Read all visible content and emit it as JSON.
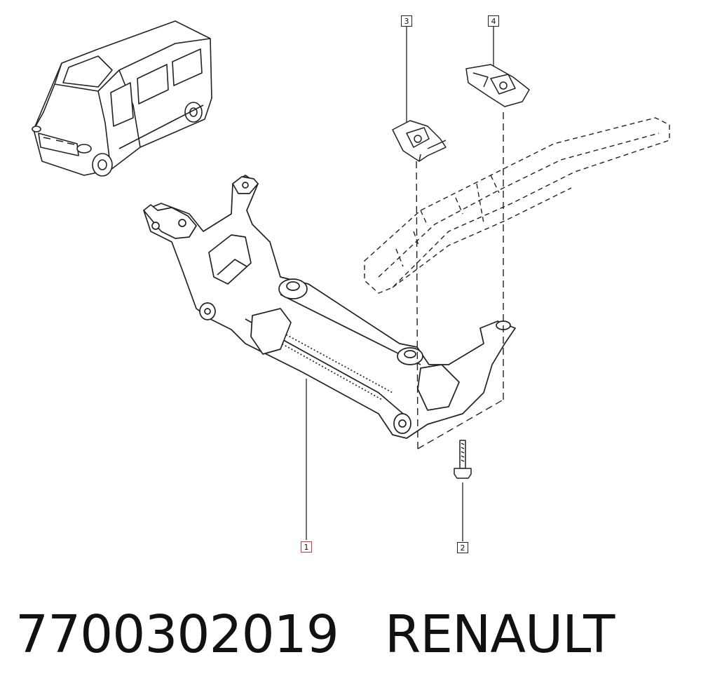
{
  "callouts": {
    "c1": "1",
    "c2": "2",
    "c3": "3",
    "c4": "4"
  },
  "caption": {
    "part_number": "7700302019",
    "brand": "RENAULT"
  },
  "colors": {
    "line": "#222222",
    "highlight": "#e0303a",
    "background": "#ffffff"
  }
}
